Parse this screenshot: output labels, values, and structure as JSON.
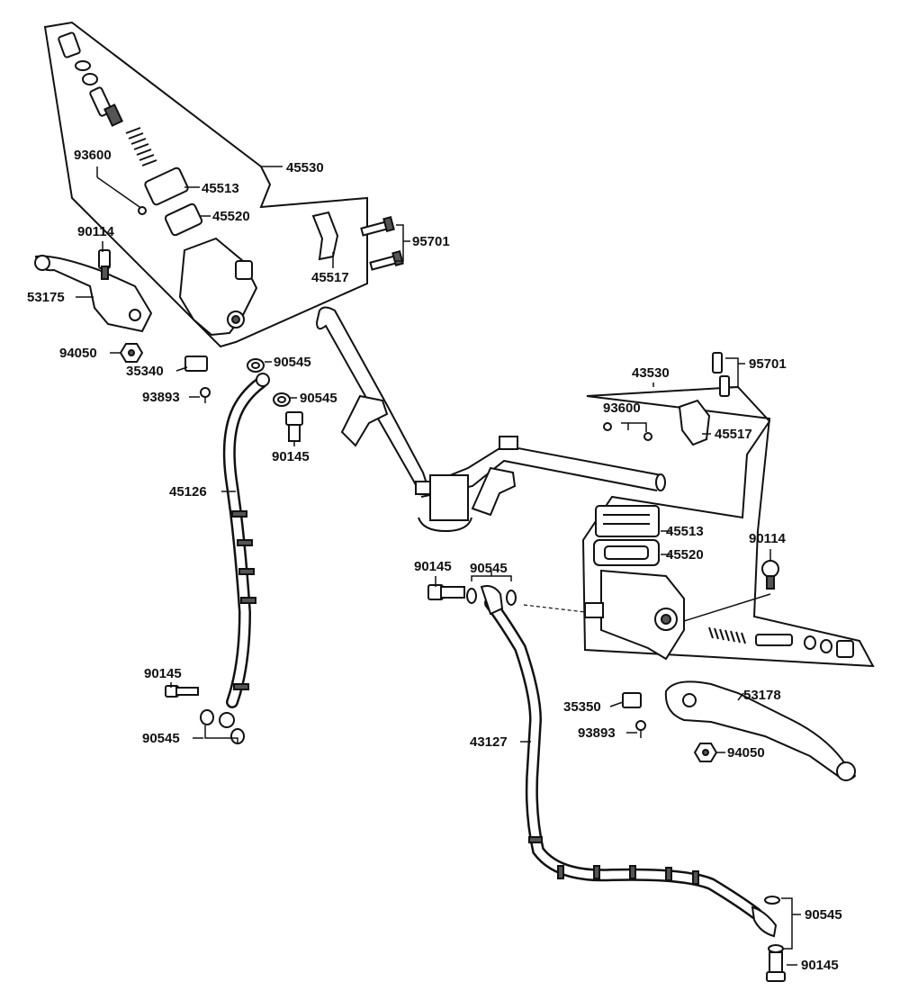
{
  "labels": {
    "l_45530": "45530",
    "l_93600a": "93600",
    "l_45513a": "45513",
    "l_45520a": "45520",
    "l_45517a": "45517",
    "l_95701a": "95701",
    "l_90114a": "90114",
    "l_53175": "53175",
    "l_94050a": "94050",
    "l_35340": "35340",
    "l_93893a": "93893",
    "l_90545a": "90545",
    "l_90545b": "90545",
    "l_90145a": "90145",
    "l_45126": "45126",
    "l_90145b": "90145",
    "l_90545c": "90545",
    "l_95701b": "95701",
    "l_43530": "43530",
    "l_93600b": "93600",
    "l_45517b": "45517",
    "l_45513b": "45513",
    "l_45520b": "45520",
    "l_90114b": "90114",
    "l_90145c": "90145",
    "l_90545d": "90545",
    "l_53178": "53178",
    "l_35350": "35350",
    "l_93893b": "93893",
    "l_94050b": "94050",
    "l_43127": "43127",
    "l_90545e": "90545",
    "l_90145d": "90145"
  }
}
